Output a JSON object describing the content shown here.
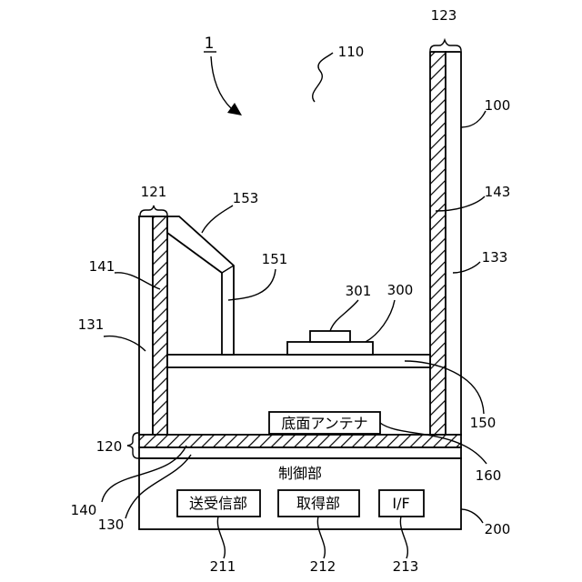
{
  "figure": {
    "device_label": "1",
    "ref_labels": {
      "r110": "110",
      "r123": "123",
      "r100": "100",
      "r121": "121",
      "r153": "153",
      "r143": "143",
      "r141": "141",
      "r151": "151",
      "r133": "133",
      "r301": "301",
      "r300": "300",
      "r131": "131",
      "r150": "150",
      "r120": "120",
      "r160": "160",
      "r140": "140",
      "r130": "130",
      "r200": "200",
      "r211": "211",
      "r212": "212",
      "r213": "213"
    },
    "text_boxes": {
      "bottom_antenna": "底面アンテナ",
      "control_unit": "制御部",
      "transceiver": "送受信部",
      "acquisition": "取得部",
      "interface": "I/F"
    }
  }
}
